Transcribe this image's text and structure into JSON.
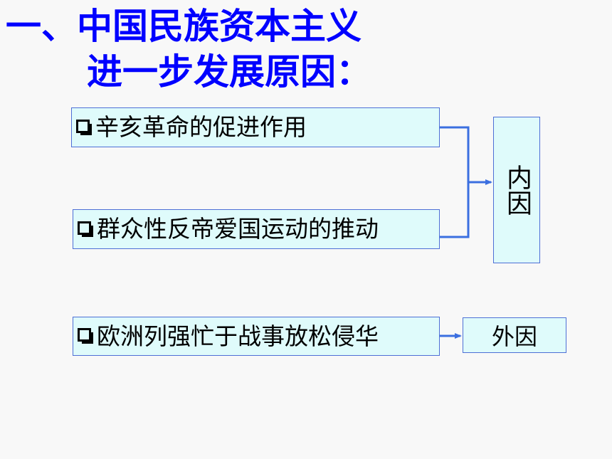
{
  "title": {
    "line1": "一、中国民族资本主义",
    "line2": "进一步发展原因："
  },
  "items": [
    {
      "text": "辛亥革命的促进作用"
    },
    {
      "text": "群众性反帝爱国运动的推动"
    },
    {
      "text": "欧洲列强忙于战事放松侵华"
    }
  ],
  "causes": {
    "internal": "内因",
    "external": "外因"
  },
  "colors": {
    "title": "#0000ff",
    "box_fill": "#dffbfb",
    "box_border": "#4e6fd6",
    "connector": "#3b6fe0"
  }
}
